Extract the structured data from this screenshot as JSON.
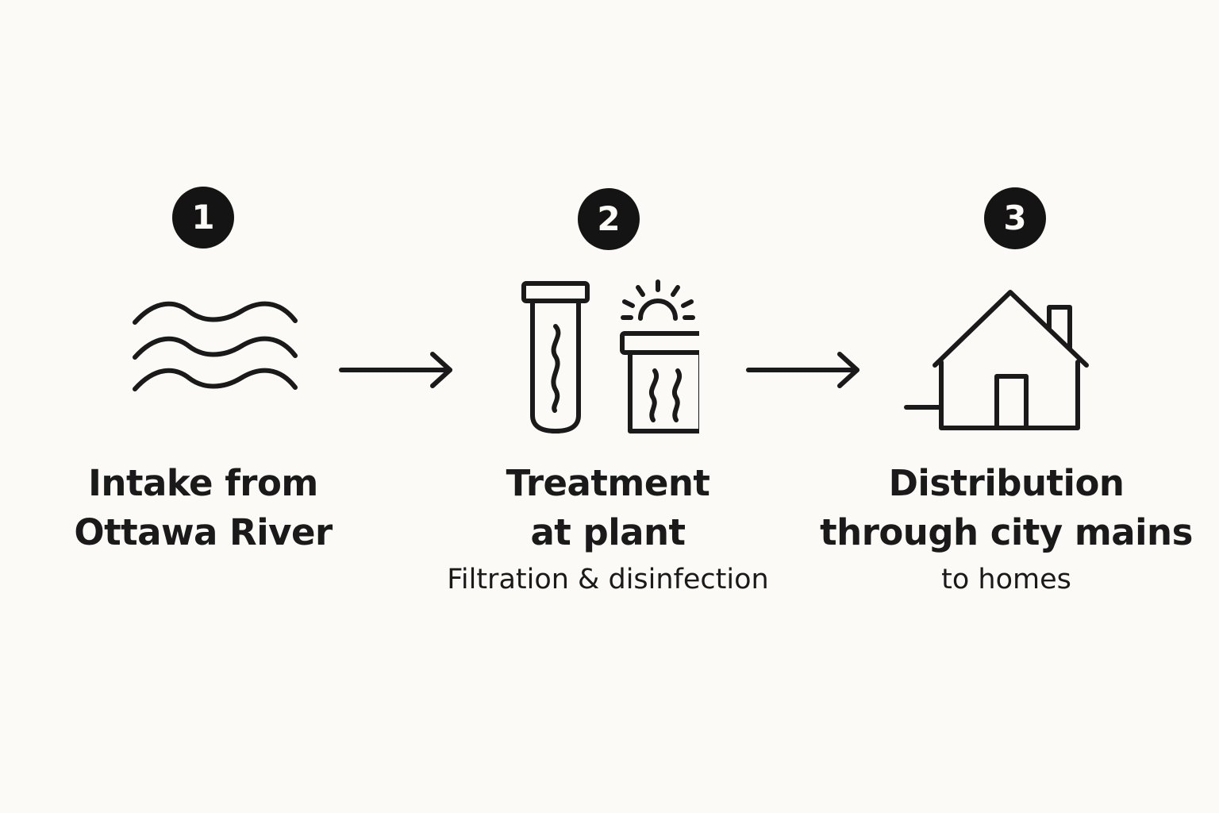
{
  "steps": [
    {
      "number": "1",
      "title_line1": "Intake from",
      "title_line2": "Ottawa River",
      "subtitle": "",
      "icon": "water-waves-icon"
    },
    {
      "number": "2",
      "title_line1": "Treatment",
      "title_line2": "at plant",
      "subtitle": "Filtration & disinfection",
      "icon": "treatment-vessels-icon"
    },
    {
      "number": "3",
      "title_line1": "Distribution",
      "title_line2": "through city mains",
      "subtitle": "to homes",
      "icon": "house-icon"
    }
  ],
  "colors": {
    "background": "#fbfaf6",
    "ink": "#1a1a1a"
  }
}
